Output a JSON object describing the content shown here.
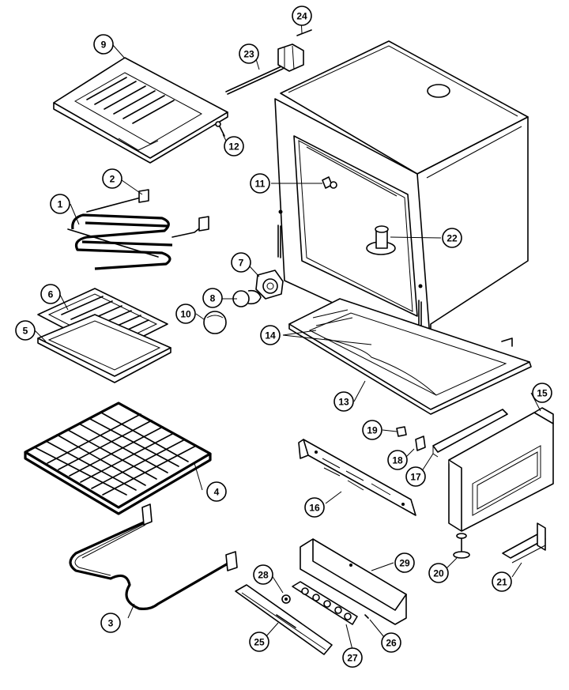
{
  "parts": [
    {
      "id": "1",
      "label": "1"
    },
    {
      "id": "2",
      "label": "2"
    },
    {
      "id": "3",
      "label": "3"
    },
    {
      "id": "4",
      "label": "4"
    },
    {
      "id": "5",
      "label": "5"
    },
    {
      "id": "6",
      "label": "6"
    },
    {
      "id": "7",
      "label": "7"
    },
    {
      "id": "8",
      "label": "8"
    },
    {
      "id": "9",
      "label": "9"
    },
    {
      "id": "10",
      "label": "10"
    },
    {
      "id": "11",
      "label": "11"
    },
    {
      "id": "12",
      "label": "12"
    },
    {
      "id": "13",
      "label": "13"
    },
    {
      "id": "14",
      "label": "14"
    },
    {
      "id": "15",
      "label": "15"
    },
    {
      "id": "16",
      "label": "16"
    },
    {
      "id": "17",
      "label": "17"
    },
    {
      "id": "18",
      "label": "18"
    },
    {
      "id": "19",
      "label": "19"
    },
    {
      "id": "20",
      "label": "20"
    },
    {
      "id": "21",
      "label": "21"
    },
    {
      "id": "22",
      "label": "22"
    },
    {
      "id": "23",
      "label": "23"
    },
    {
      "id": "24",
      "label": "24"
    },
    {
      "id": "25",
      "label": "25"
    },
    {
      "id": "26",
      "label": "26"
    },
    {
      "id": "27",
      "label": "27"
    },
    {
      "id": "28",
      "label": "28"
    },
    {
      "id": "29",
      "label": "29"
    }
  ]
}
